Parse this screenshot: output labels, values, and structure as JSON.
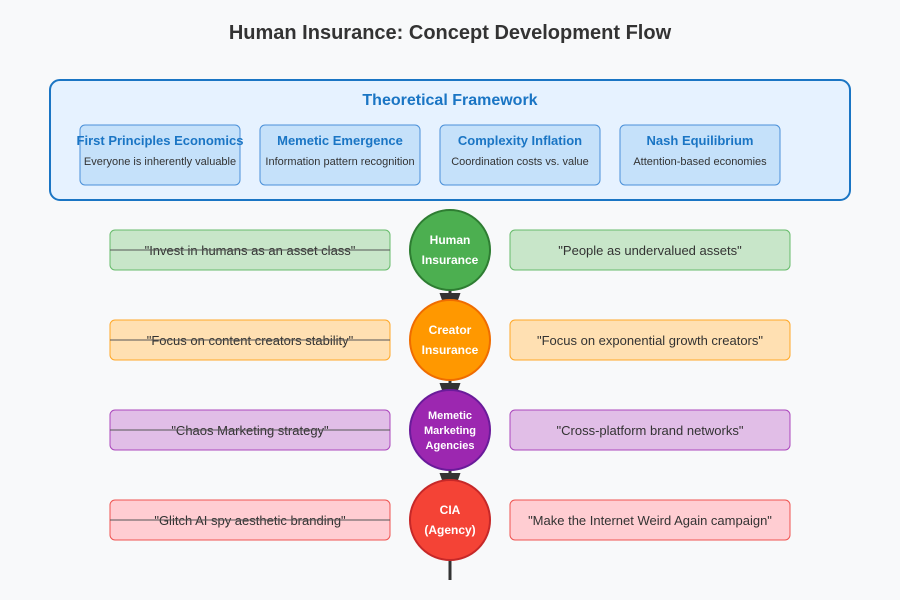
{
  "title": "Human Insurance: Concept Development Flow",
  "colors": {
    "background": "#f8f9fa",
    "title": "#333333",
    "framework_fill": "#e6f2ff",
    "framework_stroke": "#1a75c4",
    "framework_title": "#1a75c4",
    "concept_fill": "#c5e1fa",
    "concept_stroke": "#4a90d9",
    "concept_head": "#1a75c4",
    "arrow": "#333333"
  },
  "framework": {
    "title": "Theoretical Framework",
    "concepts": [
      {
        "heading": "First Principles Economics",
        "description": "Everyone is inherently valuable"
      },
      {
        "heading": "Memetic Emergence",
        "description": "Information pattern recognition"
      },
      {
        "heading": "Complexity Inflation",
        "description": "Coordination costs vs. value"
      },
      {
        "heading": "Nash Equilibrium",
        "description": "Attention-based economies"
      }
    ]
  },
  "stages": [
    {
      "label_lines": [
        "Human",
        "Insurance"
      ],
      "color": "#4caf50",
      "stroke": "#2e7d32",
      "quote_fill": "#c8e6c9",
      "quote_stroke": "#66bb6a",
      "left_quote": "\"Invest in humans as an asset class\"",
      "left_struck": true,
      "right_quote": "\"People as undervalued assets\"",
      "right_struck": false
    },
    {
      "label_lines": [
        "Creator",
        "Insurance"
      ],
      "color": "#ff9800",
      "stroke": "#ef6c00",
      "quote_fill": "#ffe0b2",
      "quote_stroke": "#ffa726",
      "left_quote": "\"Focus on content creators stability\"",
      "left_struck": true,
      "right_quote": "\"Focus on exponential growth creators\"",
      "right_struck": false
    },
    {
      "label_lines": [
        "Memetic",
        "Marketing",
        "Agencies"
      ],
      "color": "#9c27b0",
      "stroke": "#6a1b9a",
      "quote_fill": "#e1bee7",
      "quote_stroke": "#ab47bc",
      "left_quote": "\"Chaos Marketing strategy\"",
      "left_struck": true,
      "right_quote": "\"Cross-platform brand networks\"",
      "right_struck": false
    },
    {
      "label_lines": [
        "CIA",
        "(Agency)"
      ],
      "color": "#f44336",
      "stroke": "#c62828",
      "quote_fill": "#ffcdd2",
      "quote_stroke": "#ef5350",
      "left_quote": "\"Glitch AI spy aesthetic branding\"",
      "left_struck": true,
      "right_quote": "\"Make the Internet Weird Again campaign\"",
      "right_struck": false
    }
  ]
}
